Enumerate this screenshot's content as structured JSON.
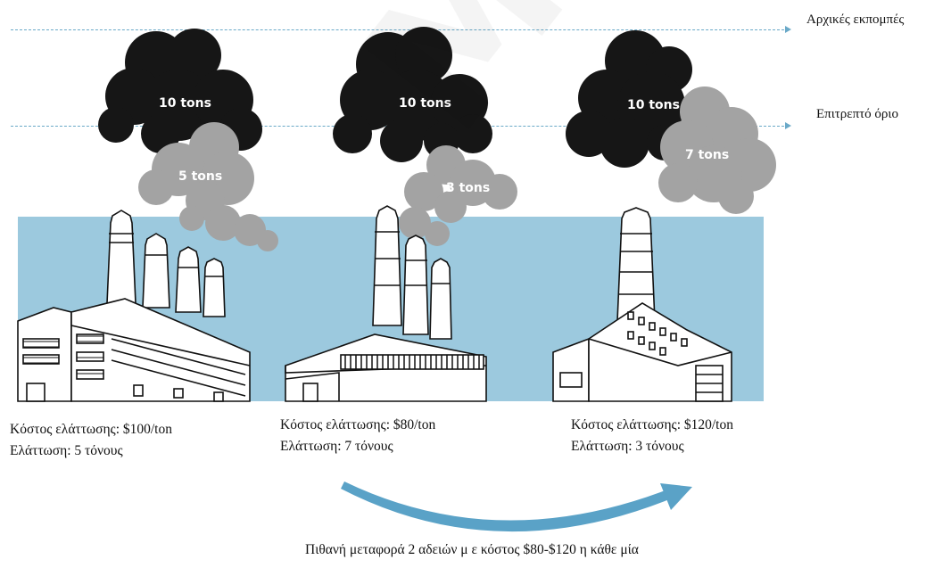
{
  "reference_lines": {
    "initial_emissions": "Αρχικές εκπομπές",
    "allowed_limit": "Επιτρεπτό όριο"
  },
  "factories": [
    {
      "initial_cloud": "10 tons",
      "remaining_cloud": "5 tons",
      "cost": "Κόστος ελάττωσης: $100/ton",
      "reduction": "Ελάττωση: 5 τόνους"
    },
    {
      "initial_cloud": "10 tons",
      "remaining_cloud": "3 tons",
      "cost": "Κόστος ελάττωσης: $80/ton",
      "reduction": "Ελάττωση: 7 τόνους"
    },
    {
      "initial_cloud": "10 tons",
      "remaining_cloud": "7 tons",
      "cost": "Κόστος ελάττωσης: $120/ton",
      "reduction": "Ελάττωση: 3 τόνους"
    }
  ],
  "transfer_note": "Πιθανή μεταφορά 2 αδειών μ ε κόστος $80-$120 η κάθε μία",
  "watermark": "ΜΟΠΕΡ",
  "colors": {
    "sky_band": "#9cc9de",
    "smoke_dark": "#161616",
    "smoke_light": "#a3a3a3",
    "arrow": "#5aa2c7",
    "dashed_line": "#6aa9c8"
  }
}
